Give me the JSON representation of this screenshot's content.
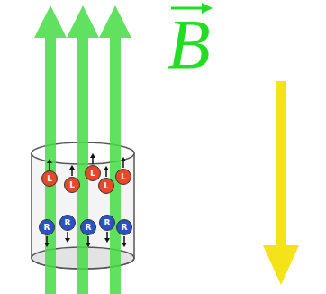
{
  "diagram": {
    "nodes": [
      {
        "text": [
          "L"
        ]
      },
      {
        "text": [
          "L"
        ]
      },
      {
        "text": [
          "L"
        ]
      },
      {
        "text": [
          "L"
        ]
      },
      {
        "text": [
          "L"
        ]
      },
      {
        "text": [
          "R"
        ]
      },
      {
        "text": [
          "R"
        ]
      },
      {
        "text": [
          "R"
        ]
      },
      {
        "text": [
          "R"
        ]
      },
      {
        "text": [
          "R"
        ]
      }
    ],
    "labels": [
      "B"
    ]
  }
}
